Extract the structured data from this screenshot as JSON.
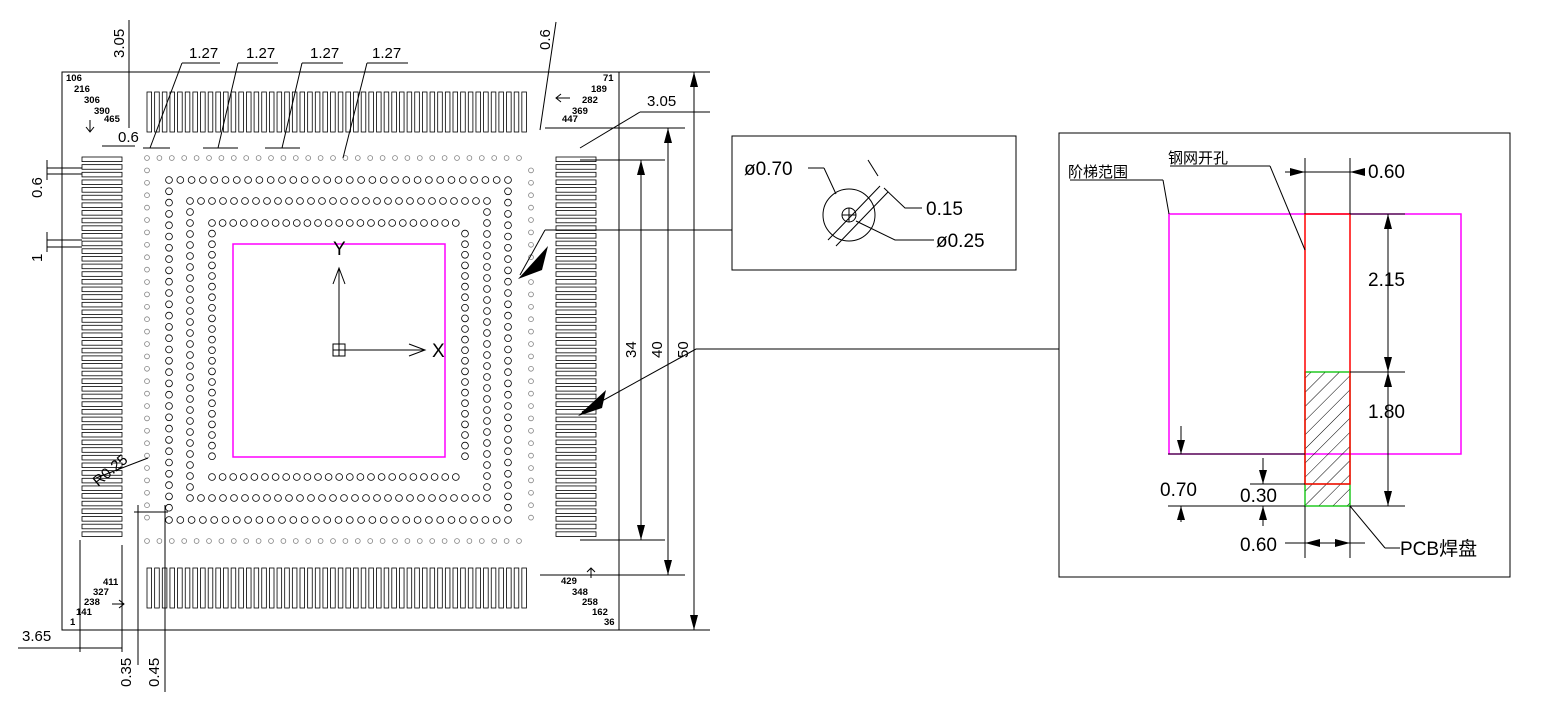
{
  "package_view": {
    "pitch_labels": [
      "1.27",
      "1.27",
      "1.27",
      "1.27"
    ],
    "top_left_dim": "3.05",
    "top_right_dim": "0.6",
    "right_pad_dim": "3.05",
    "left_dims": [
      "0.6",
      "1"
    ],
    "pad_gap_dim": "0.6",
    "radius_label": "R0.25",
    "bottom_left_dim": "3.65",
    "bottom_dims": [
      "0.35",
      "0.45"
    ],
    "height_dims": [
      "34",
      "40",
      "50"
    ],
    "axis_x": "X",
    "axis_y": "Y",
    "pin_numbers": {
      "top_left": [
        "106",
        "216",
        "306",
        "390",
        "465"
      ],
      "top_right": [
        "71",
        "189",
        "282",
        "369",
        "447"
      ],
      "bottom_left": [
        "411",
        "327",
        "238",
        "141",
        "1"
      ],
      "bottom_right": [
        "429",
        "348",
        "258",
        "162",
        "36"
      ]
    },
    "colors": {
      "outline": "#000000",
      "step_region": "#ff00ff",
      "inner_ball": "#808080"
    }
  },
  "ball_detail": {
    "outer_diameter": "ø0.70",
    "web_width": "0.15",
    "inner_diameter": "ø0.25"
  },
  "stencil_detail": {
    "step_area_label": "阶梯范围",
    "aperture_label": "钢网开孔",
    "pcb_pad_label": "PCB焊盘",
    "dim_top": "0.60",
    "dim_upper": "2.15",
    "dim_lower": "1.80",
    "dim_left": "0.70",
    "dim_mid": "0.30",
    "dim_bottom": "0.60",
    "colors": {
      "step_area": "#ff00ff",
      "aperture": "#ff0000",
      "pcb_pad": "#00c000"
    }
  }
}
